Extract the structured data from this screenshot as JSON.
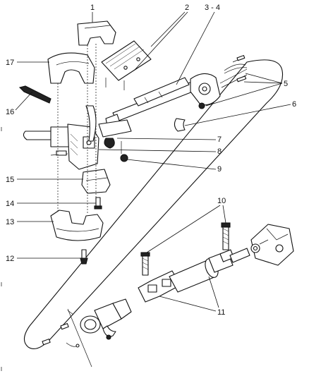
{
  "callouts": {
    "c1": "1",
    "c2": "2",
    "c3_4": "3 - 4",
    "c5": "5",
    "c6": "6",
    "c7": "7",
    "c8": "8",
    "c9": "9",
    "c10": "10",
    "c11": "11",
    "c12": "12",
    "c13": "13",
    "c14": "14",
    "c15": "15",
    "c16": "16",
    "c17": "17"
  }
}
